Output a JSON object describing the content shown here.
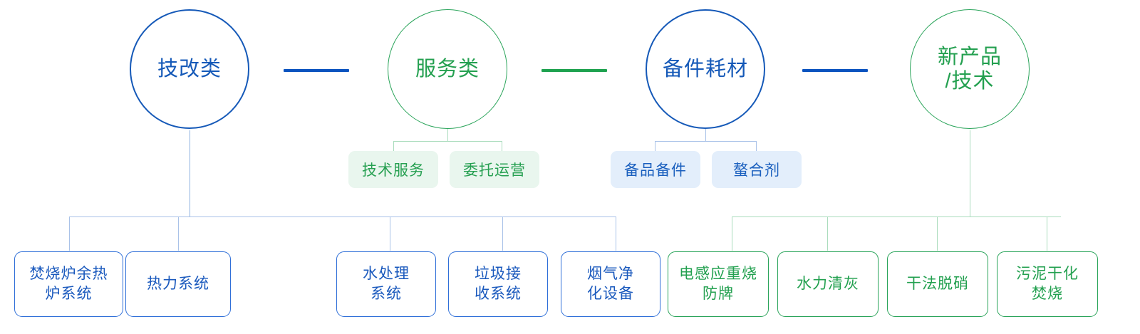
{
  "colors": {
    "blue_stroke": "#1559b8",
    "blue_light_stroke": "#a9c2e8",
    "blue_link": "#0b53bf",
    "blue_pill_bg": "#e3eefb",
    "blue_text": "#1a5fbe",
    "green_stroke": "#2aa45a",
    "green_light_stroke": "#aadcbd",
    "green_link": "#1ea24f",
    "green_pill_bg": "#e9f6ee",
    "green_text": "#22a04f",
    "canvas_bg": "#ffffff"
  },
  "diagram": {
    "type": "hierarchy-tree",
    "categories": [
      {
        "id": "tech-retrofit",
        "label": "技改类",
        "color": "blue",
        "children_level": "leaf",
        "leaves": [
          "焚烧炉余热\n炉系统",
          "热力系统"
        ]
      },
      {
        "id": "service",
        "label": "服务类",
        "color": "green",
        "children_level": "pill",
        "pills": [
          "技术服务",
          "委托运营"
        ],
        "leaves": [
          "水处理\n系统",
          "垃圾接\n收系统",
          "烟气净\n化设备"
        ]
      },
      {
        "id": "spare-parts",
        "label": "备件耗材",
        "color": "blue",
        "children_level": "pill",
        "pills": [
          "备品备件",
          "螯合剂"
        ]
      },
      {
        "id": "new-product",
        "label": "新产品\n/技术",
        "color": "green",
        "children_level": "leaf",
        "leaves": [
          "电感应重烧\n防牌",
          "水力清灰",
          "干法脱硝",
          "污泥干化\n焚烧"
        ]
      }
    ]
  },
  "circles": {
    "c1": {
      "line1": "技改类",
      "line2": ""
    },
    "c2": {
      "line1": "服务类",
      "line2": ""
    },
    "c3": {
      "line1": "备件耗材",
      "line2": ""
    },
    "c4": {
      "line1": "新产品",
      "line2": "/技术"
    }
  },
  "pills": {
    "p1": "技术服务",
    "p2": "委托运营",
    "p3": "备品备件",
    "p4": "螯合剂"
  },
  "leaves": {
    "b1": {
      "line1": "焚烧炉余热",
      "line2": "炉系统"
    },
    "b2": {
      "line1": "热力系统",
      "line2": ""
    },
    "b3": {
      "line1": "水处理",
      "line2": "系统"
    },
    "b4": {
      "line1": "垃圾接",
      "line2": "收系统"
    },
    "b5": {
      "line1": "烟气净",
      "line2": "化设备"
    },
    "b6": {
      "line1": "电感应重烧",
      "line2": "防牌"
    },
    "b7": {
      "line1": "水力清灰",
      "line2": ""
    },
    "b8": {
      "line1": "干法脱硝",
      "line2": ""
    },
    "b9": {
      "line1": "污泥干化",
      "line2": "焚烧"
    }
  }
}
